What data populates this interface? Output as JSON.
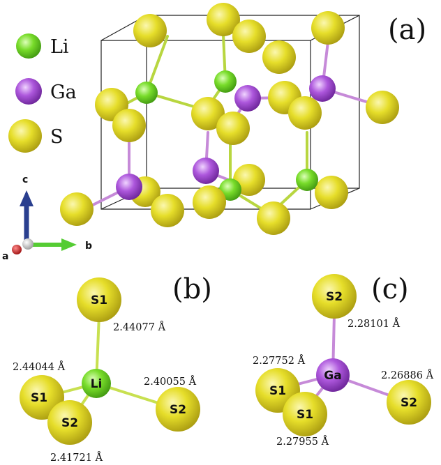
{
  "colors": {
    "li": "#7be02c",
    "ga": "#a855d6",
    "s": "#e8e02a",
    "axis_c": "#2a3f8f",
    "axis_b": "#55cc33",
    "axis_a": "#cc2222"
  },
  "panels": {
    "a": "(a)",
    "b": "(b)",
    "c": "(c)"
  },
  "legend": {
    "li": "Li",
    "ga": "Ga",
    "s": "S"
  },
  "axes": {
    "a": "a",
    "b": "b",
    "c": "c"
  },
  "panel_b": {
    "center": "Li",
    "top": "S1",
    "left": "S1",
    "bottom": "S2",
    "right": "S2",
    "d_top": "2.44077 Å",
    "d_left": "2.44044 Å",
    "d_right": "2.40055 Å",
    "d_bottom": "2.41721 Å"
  },
  "panel_c": {
    "center": "Ga",
    "top": "S2",
    "left": "S1",
    "bottom": "S1",
    "right": "S2",
    "d_top": "2.28101 Å",
    "d_left": "2.27752 Å",
    "d_right": "2.26886 Å",
    "d_bottom": "2.27955 Å"
  }
}
